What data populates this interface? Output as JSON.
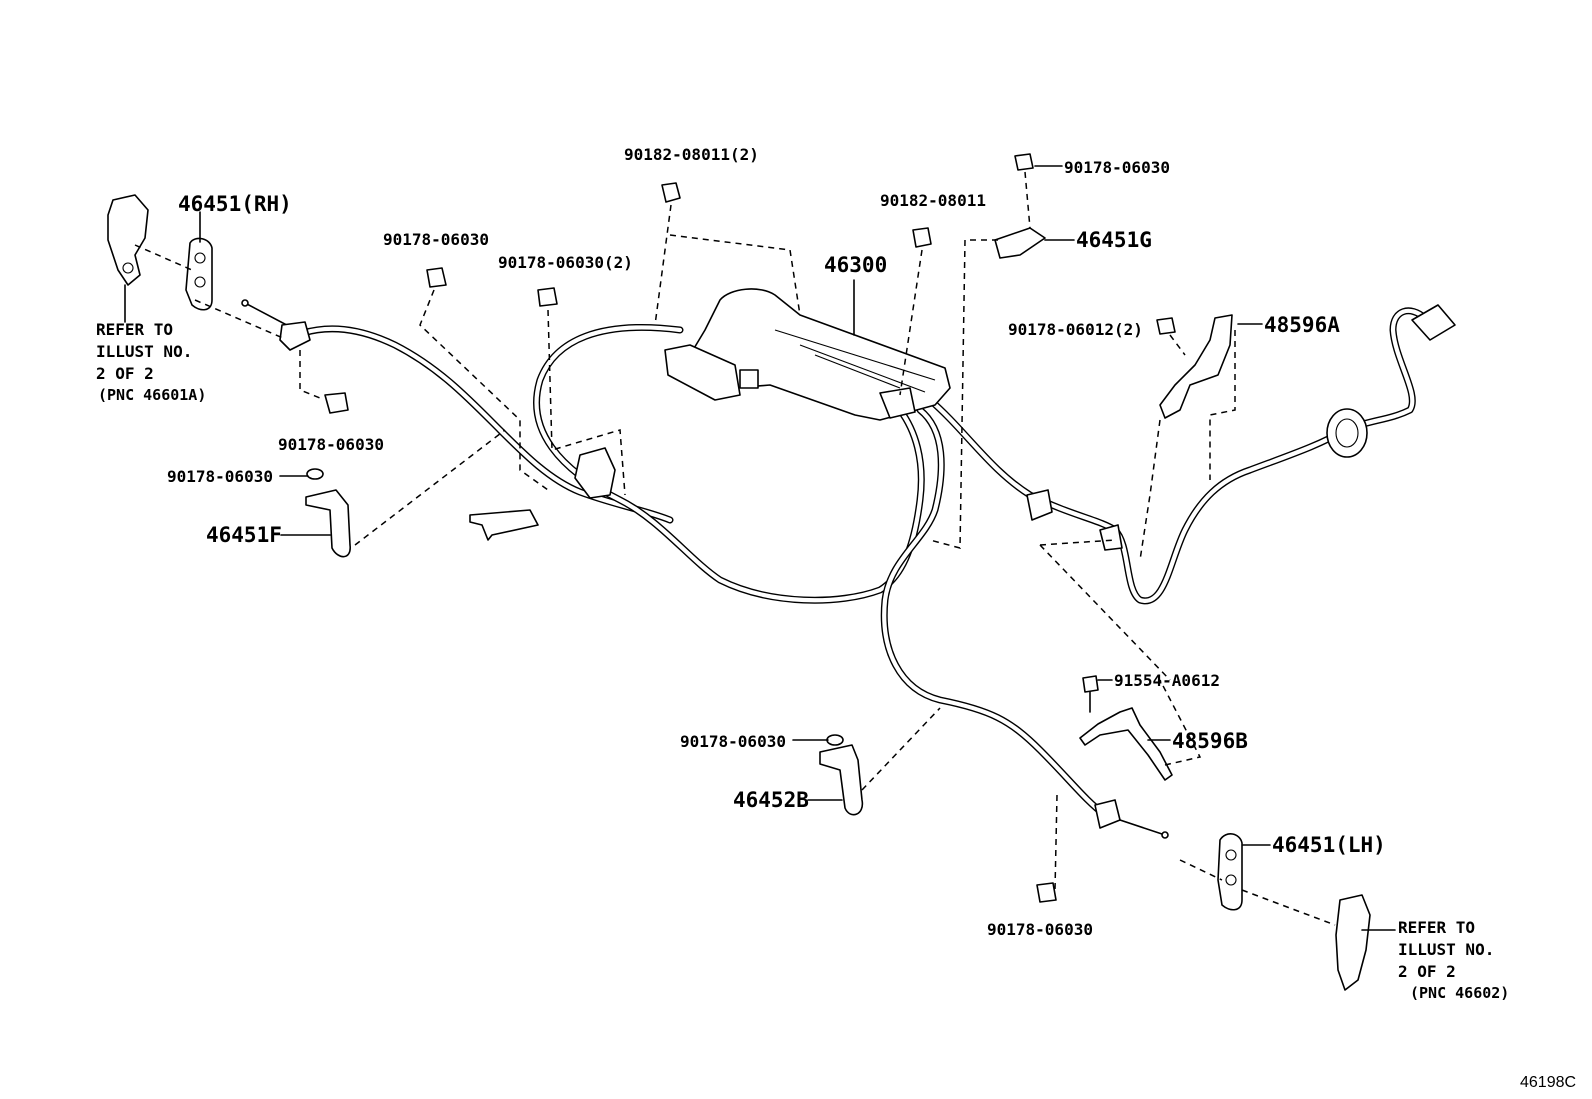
{
  "labels": {
    "p46451_rh": "46451(RH)",
    "p90182_08011_2": "90182-08011(2)",
    "p90178_06030_top": "90178-06030",
    "p90182_08011": "90182-08011",
    "p46300": "46300",
    "p46451g": "46451G",
    "p90178_06030_a": "90178-06030",
    "p90178_06030_2": "90178-06030(2)",
    "p90178_06012_2": "90178-06012(2)",
    "p48596a": "48596A",
    "p90178_06030_b": "90178-06030",
    "p90178_06030_c": "90178-06030",
    "p46451f": "46451F",
    "p91554": "91554-A0612",
    "p48596b": "48596B",
    "p90178_06030_d": "90178-06030",
    "p46452b": "46452B",
    "p46451_lh": "46451(LH)",
    "p90178_06030_e": "90178-06030",
    "figure_code": "46198C"
  },
  "notes": {
    "rh": {
      "line1": "REFER TO",
      "line2": "ILLUST NO.",
      "line3": "2 OF 2",
      "line4": "(PNC 46601A)"
    },
    "lh": {
      "line1": "REFER TO",
      "line2": "ILLUST NO.",
      "line3": "2 OF 2",
      "line4": "(PNC 46602)"
    }
  }
}
